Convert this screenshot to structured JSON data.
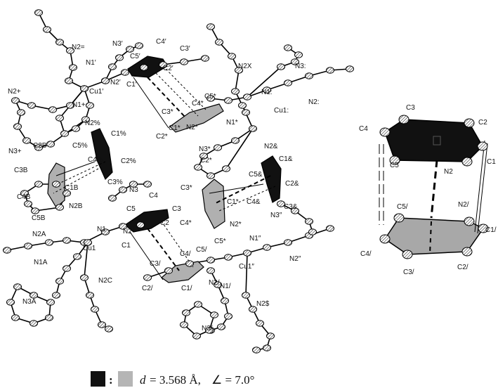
{
  "labels": {
    "N2_eq": "N2=",
    "N3_p": "N3′",
    "C4_p": "C4′",
    "C3_p": "C3′",
    "C5_p": "C5′",
    "C2_p": "C2′",
    "N1_p": "N1′",
    "C1_p": "C1′",
    "N2_p": "N2′",
    "Cu1_p": "Cu1′",
    "N2_plus": "N2+",
    "N1_plus": "N1+",
    "N2_pct": "N2%",
    "C1_pct": "C1%",
    "C5_pct": "C5%",
    "C4_pct": "C4%",
    "C2_pct": "C2%",
    "C3_pct": "C3%",
    "N3_plus": "N3+",
    "C2B": "C2B",
    "C3B": "C3B",
    "C1B": "C1B",
    "C4B": "C4B",
    "C5B": "C5B",
    "N2B": "N2B",
    "N2A": "N2A",
    "N1A": "N1A",
    "Cu1": "Cu1",
    "N1": "N1",
    "N2": "N2",
    "C1": "C1",
    "C2": "C2",
    "C3": "C3",
    "C4": "C4",
    "C5": "C5",
    "N3": "N3",
    "N2C": "N2C",
    "N3A": "N3A",
    "C2_sl": "C2/",
    "C3_sl": "C3/",
    "C1_sl": "C1/",
    "N2_sl": "N2/",
    "C4_sl": "C4/",
    "C5_sl": "C5/",
    "N1_sl": "N1/",
    "N3_sl": "N3/",
    "C3_star": "C3*",
    "C2_star": "C2*",
    "C1_star": "C1*",
    "N2_star": "N2*",
    "C4_star": "C4*",
    "C5_star": "C5*",
    "N1_star": "N1*",
    "N3_star": "N3*",
    "N2X": "N2X",
    "N3_col": "N3:",
    "N1_col": "N1:",
    "Cu1_col": "Cu1:",
    "N2_col": "N2:",
    "N2_amp": "N2&",
    "C1_amp": "C1&",
    "C5_amp": "C5&",
    "C2_amp": "C2&",
    "C4_amp": "C4&",
    "C3_amp": "C3&",
    "N3_dq": "N3″",
    "N1_dq": "N1″",
    "N2_dq": "N2″",
    "Cu1_dq": "Cu1″",
    "N2_dol": "N2$",
    "r_C3": "C3",
    "r_C4": "C4",
    "r_C2": "C2",
    "r_C5": "C5",
    "r_N2": "N2",
    "r_C1": "C1",
    "r_N2_sl": "N2/",
    "r_C5_sl": "C5/",
    "r_C1_sl": "C1/",
    "r_C4_sl": "C4/",
    "r_C3_sl": "C3/",
    "r_C2_sl": "C2/"
  },
  "legend": {
    "colon": ":",
    "d_symbol": "d",
    "d_value": "= 3.568 Å,",
    "angle_value": "∠ = 7.0°"
  },
  "colors": {
    "ring_dark": "#111111",
    "ring_grey": "#a8a8a8",
    "bond": "#000000",
    "background": "#ffffff"
  }
}
